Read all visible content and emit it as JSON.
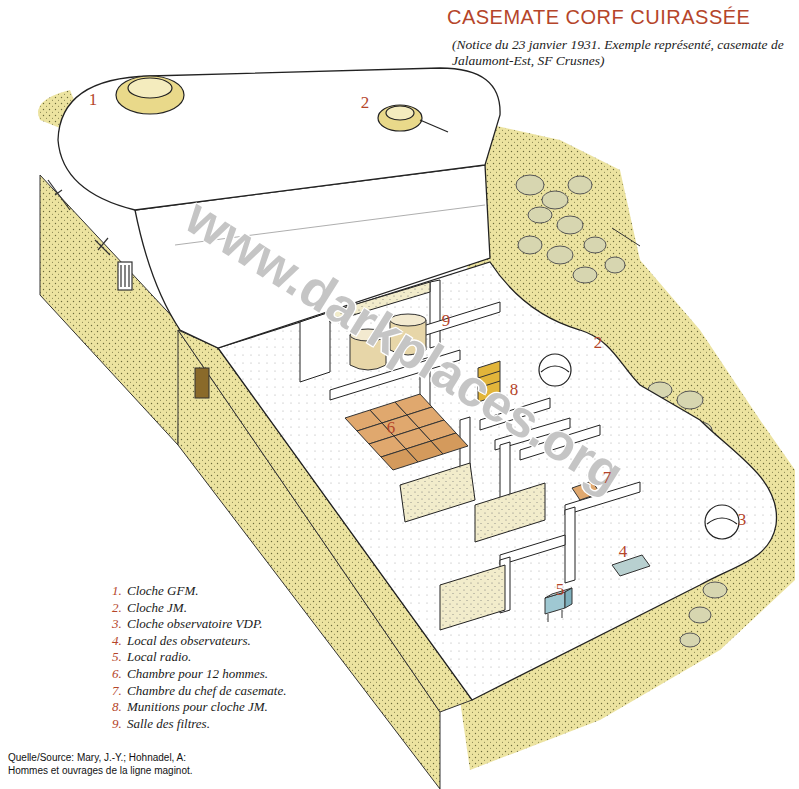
{
  "diagram": {
    "title": "CASEMATE CORF CUIRASSÉE",
    "caption": "(Notice du 23 janvier 1931. Exemple représenté, casemate de Jalaumont-Est, SF Crusnes)",
    "labels": [
      "1",
      "2",
      "9",
      "2",
      "8",
      "6",
      "7",
      "3",
      "4",
      "5",
      "1.",
      "Cloche GFM.",
      "2.",
      "Cloche JM.",
      "3.",
      "Cloche observatoire VDP.",
      "4.",
      "Local des observateurs.",
      "5.",
      "Local radio.",
      "6.",
      "Chambre pour 12 hommes.",
      "7.",
      "Chambre du chef de casemate.",
      "8.",
      "Munitions pour cloche JM.",
      "9.",
      "Salle des filtres.",
      "Quelle/Source: Mary, J.-Y.; Hohnadel, A:",
      "Hommes et ouvrages de la ligne maginot.",
      "www.darkplaces.org"
    ]
  }
}
